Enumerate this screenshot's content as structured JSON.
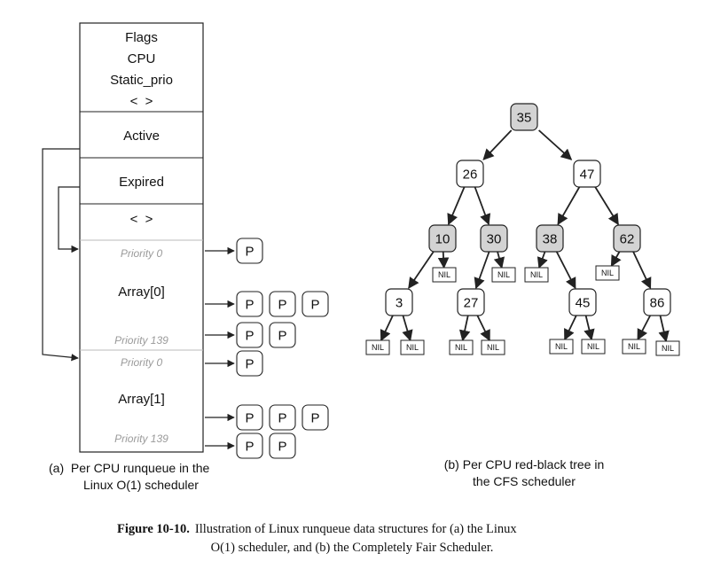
{
  "runqueue": {
    "header_lines": [
      "Flags",
      "CPU",
      "Static_prio",
      "<  >"
    ],
    "active": "Active",
    "expired": "Expired",
    "list_marker": "<  >",
    "arrays": [
      {
        "label": "Array[0]",
        "priority_top": "Priority 0",
        "priority_bottom": "Priority 139"
      },
      {
        "label": "Array[1]",
        "priority_top": "Priority 0",
        "priority_bottom": "Priority 139"
      }
    ],
    "process_label": "P",
    "caption_lines": [
      "(a)  Per CPU runqueue in the",
      "Linux O(1) scheduler"
    ]
  },
  "rbtree": {
    "nodes": [
      {
        "id": "n35",
        "key": "35",
        "color": "red"
      },
      {
        "id": "n26",
        "key": "26",
        "color": "black"
      },
      {
        "id": "n47",
        "key": "47",
        "color": "black"
      },
      {
        "id": "n10",
        "key": "10",
        "color": "red"
      },
      {
        "id": "n30",
        "key": "30",
        "color": "red"
      },
      {
        "id": "n38",
        "key": "38",
        "color": "red"
      },
      {
        "id": "n62",
        "key": "62",
        "color": "red"
      },
      {
        "id": "n3",
        "key": "3",
        "color": "black"
      },
      {
        "id": "n27",
        "key": "27",
        "color": "black"
      },
      {
        "id": "n45",
        "key": "45",
        "color": "black"
      },
      {
        "id": "n86",
        "key": "86",
        "color": "black"
      }
    ],
    "nil_label": "NIL",
    "caption_lines": [
      "(b) Per CPU red-black tree in",
      "the CFS scheduler"
    ]
  },
  "figure_caption": {
    "label": "Figure 10-10.",
    "line1": "Illustration of Linux runqueue data structures for (a) the Linux",
    "line2": "O(1) scheduler, and (b) the Completely Fair Scheduler."
  },
  "colors": {
    "red_node_fill": "#d3d3d3",
    "black_node_fill": "#ffffff",
    "stroke": "#222222"
  }
}
